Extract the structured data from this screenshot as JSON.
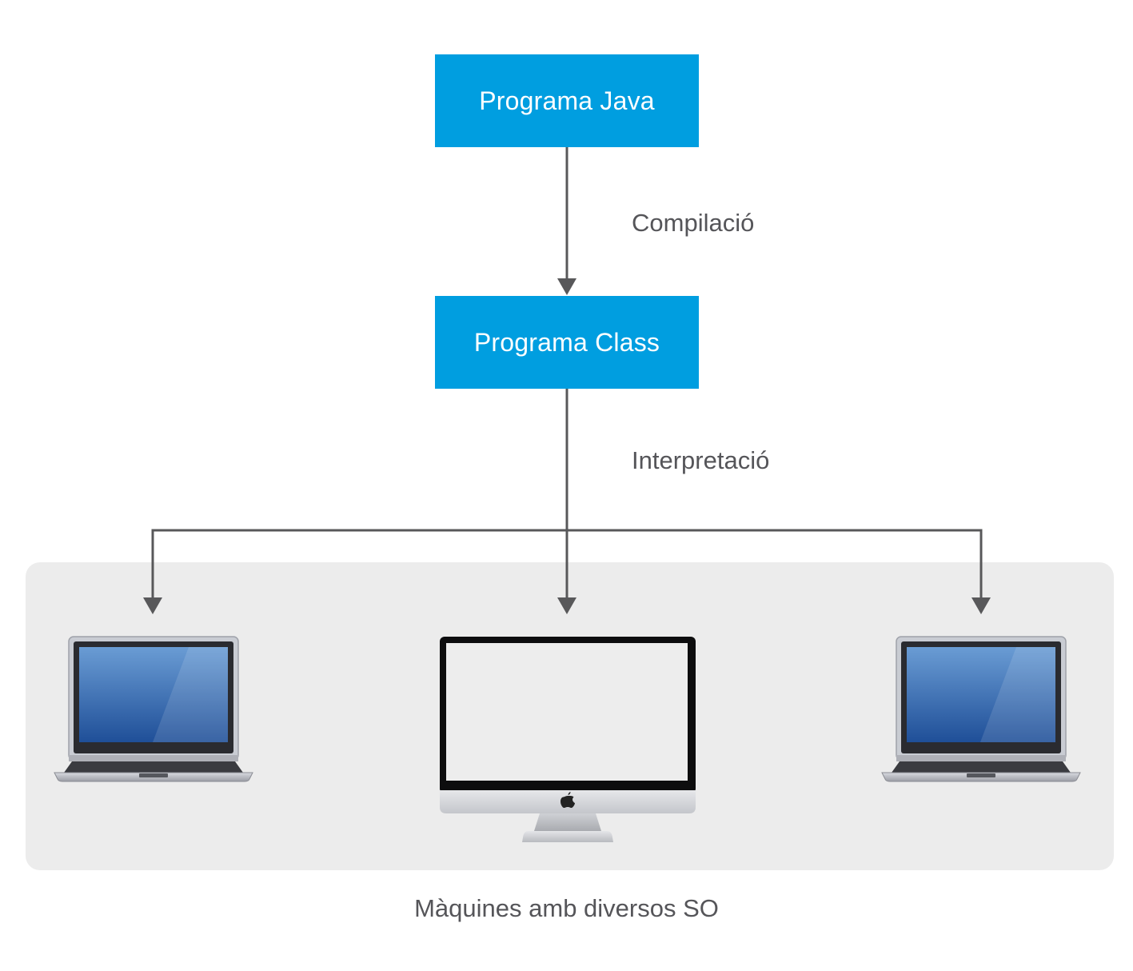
{
  "nodes": {
    "java": "Programa Java",
    "class": "Programa Class"
  },
  "edges": {
    "compile": "Compilació",
    "interpret": "Interpretació"
  },
  "caption": "Màquines amb diversos SO",
  "devices": [
    {
      "kind": "laptop-icon"
    },
    {
      "kind": "desktop-monitor-icon"
    },
    {
      "kind": "laptop-icon"
    }
  ],
  "colors": {
    "node": "#009ee0",
    "node_text": "#ffffff",
    "connector": "#58585a",
    "text": "#555559",
    "panel": "#ececec"
  }
}
